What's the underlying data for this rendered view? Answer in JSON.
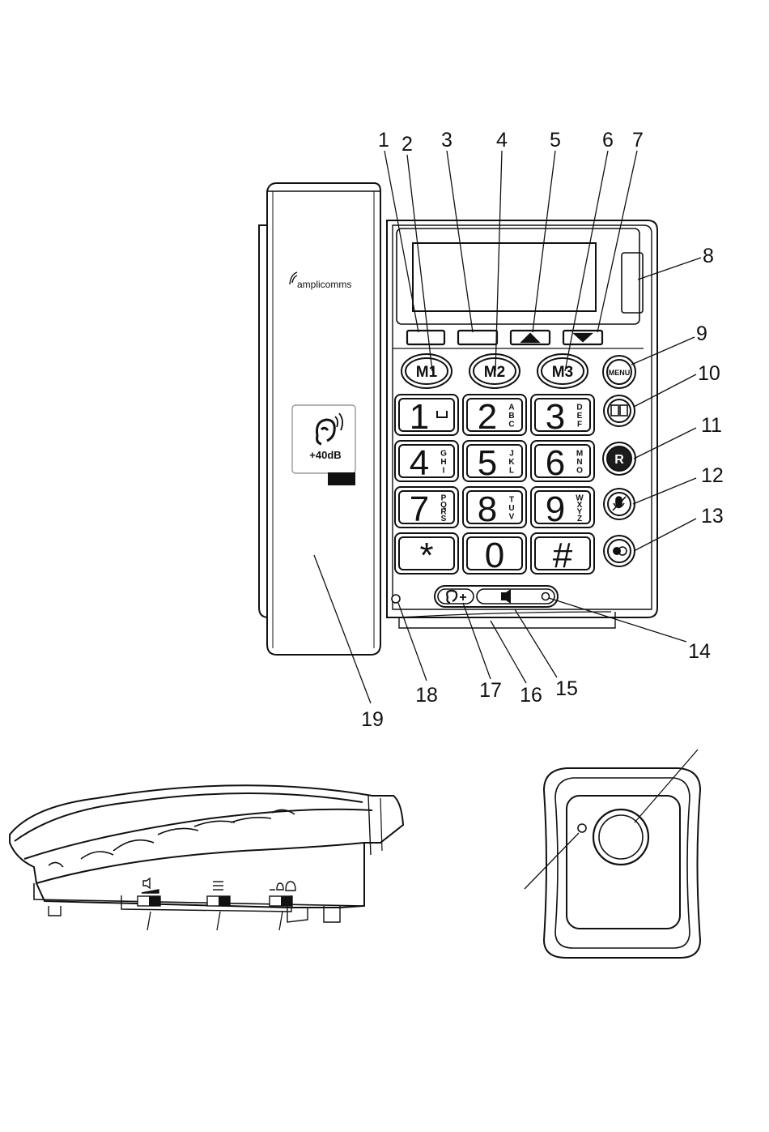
{
  "brand": "amplicomms",
  "boost_label": "+40dB",
  "memory_keys": [
    "M1",
    "M2",
    "M3"
  ],
  "menu_label": "MENU",
  "recall_label": "R",
  "keypad": [
    {
      "digit": "1",
      "letters": ""
    },
    {
      "digit": "2",
      "letters": "ABC"
    },
    {
      "digit": "3",
      "letters": "DEF"
    },
    {
      "digit": "4",
      "letters": "GHI"
    },
    {
      "digit": "5",
      "letters": "JKL"
    },
    {
      "digit": "6",
      "letters": "MNO"
    },
    {
      "digit": "7",
      "letters": "PQRS"
    },
    {
      "digit": "8",
      "letters": "TUV"
    },
    {
      "digit": "9",
      "letters": "WXYZ"
    },
    {
      "digit": "*",
      "letters": ""
    },
    {
      "digit": "0",
      "letters": ""
    },
    {
      "digit": "#",
      "letters": ""
    }
  ],
  "callouts": [
    "1",
    "2",
    "3",
    "4",
    "5",
    "6",
    "7",
    "8",
    "9",
    "10",
    "11",
    "12",
    "13",
    "14",
    "15",
    "16",
    "17",
    "18",
    "19"
  ],
  "icons": {
    "space": "space-symbol-icon",
    "phonebook": "phonebook-icon",
    "mute": "mute-mic-icon",
    "hold": "hold-icon",
    "ear_boost": "ear-amplify-icon",
    "speaker": "speaker-icon",
    "ringer": "bell-icon"
  }
}
